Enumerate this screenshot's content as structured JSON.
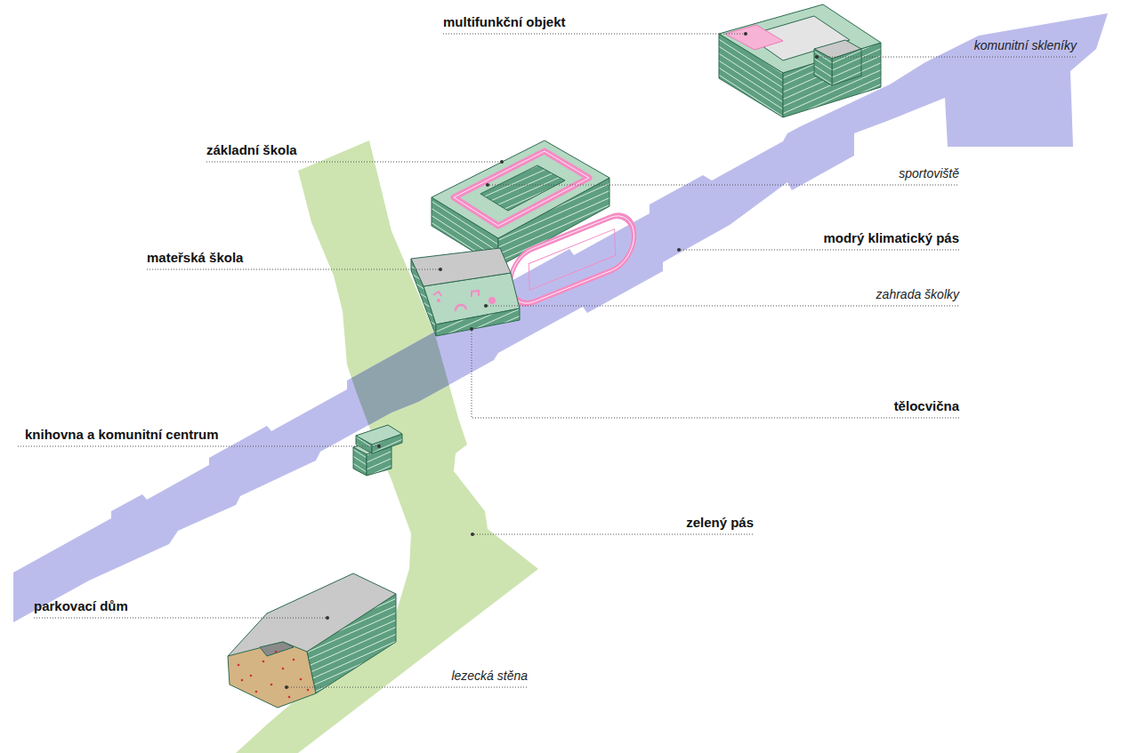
{
  "diagram": {
    "labels": [
      "multifunkční objekt",
      "komunitní skleníky",
      "základní škola",
      "sportoviště",
      "modrý klimatický pás",
      "mateřská škola",
      "zahrada školky",
      "tělocvična",
      "knihovna a komunitní centrum",
      "zelený pás",
      "parkovací dům",
      "lezecká stěna"
    ]
  }
}
